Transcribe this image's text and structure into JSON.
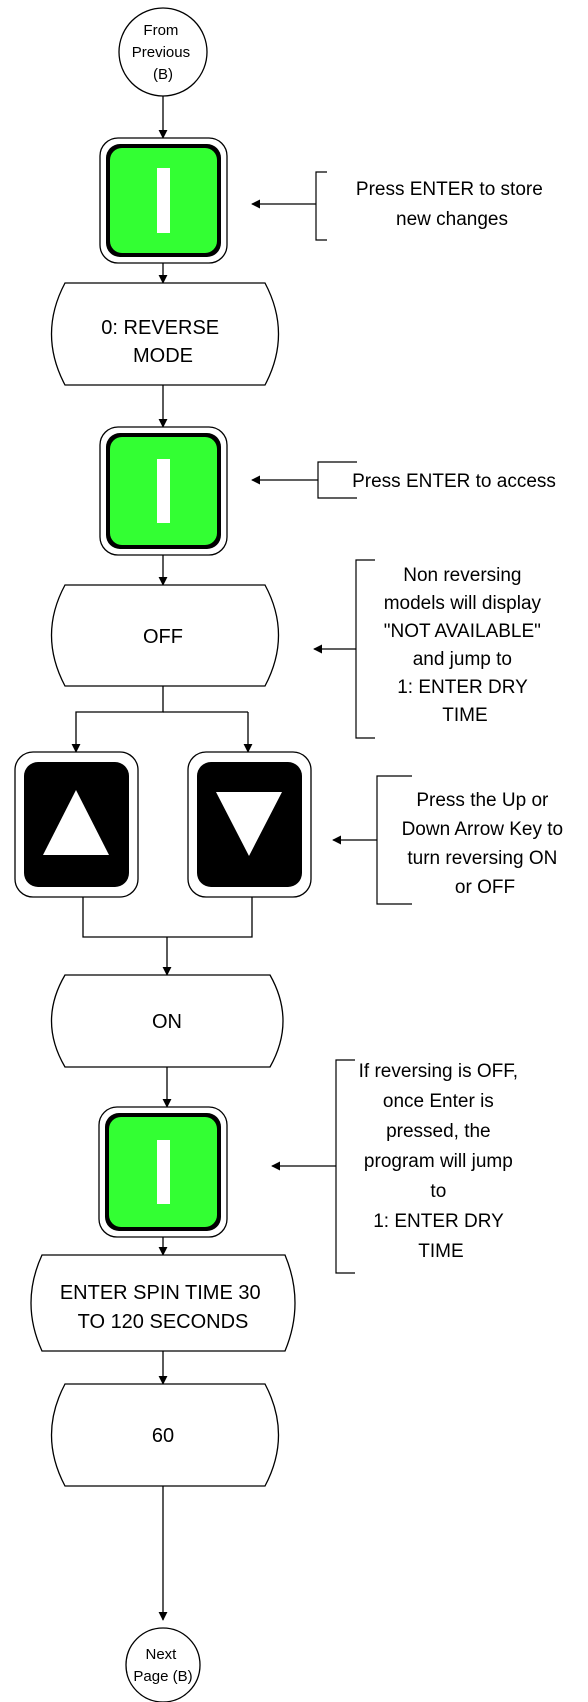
{
  "connectors": {
    "start": {
      "lines": [
        "From",
        "Previous",
        "(B)"
      ]
    },
    "end": {
      "lines": [
        "Next",
        "Page (B)"
      ]
    }
  },
  "displays": {
    "reverse_mode": {
      "lines": [
        "0: REVERSE",
        "MODE"
      ]
    },
    "off": {
      "lines": [
        "OFF"
      ]
    },
    "on": {
      "lines": [
        "ON"
      ]
    },
    "spin_time": {
      "lines": [
        "ENTER SPIN TIME 30",
        "TO 120 SECONDS"
      ]
    },
    "sixty": {
      "lines": [
        "60"
      ]
    }
  },
  "keys": {
    "enter_key_color": "#33ff33",
    "arrow_key_color": "#000000",
    "enter_1": {
      "type": "enter-key"
    },
    "enter_2": {
      "type": "enter-key"
    },
    "up_arrow": {
      "type": "up-arrow-key"
    },
    "down_arrow": {
      "type": "down-arrow-key"
    },
    "enter_3": {
      "type": "enter-key"
    }
  },
  "annotations": {
    "store_changes": {
      "lines": [
        "Press ENTER to store",
        "new changes"
      ]
    },
    "access": {
      "lines": [
        "Press ENTER to access"
      ]
    },
    "non_reversing": {
      "lines": [
        "Non reversing",
        "models will display",
        "\"NOT AVAILABLE\"",
        "and jump to",
        "1: ENTER DRY",
        "TIME"
      ]
    },
    "arrow_keys": {
      "lines": [
        "Press the Up or",
        "Down Arrow Key to",
        "turn reversing ON",
        "or OFF"
      ]
    },
    "reversing_off": {
      "lines": [
        "If reversing is OFF,",
        "once Enter is",
        "pressed, the",
        "program will jump",
        "to",
        "1: ENTER DRY",
        "TIME"
      ]
    }
  }
}
